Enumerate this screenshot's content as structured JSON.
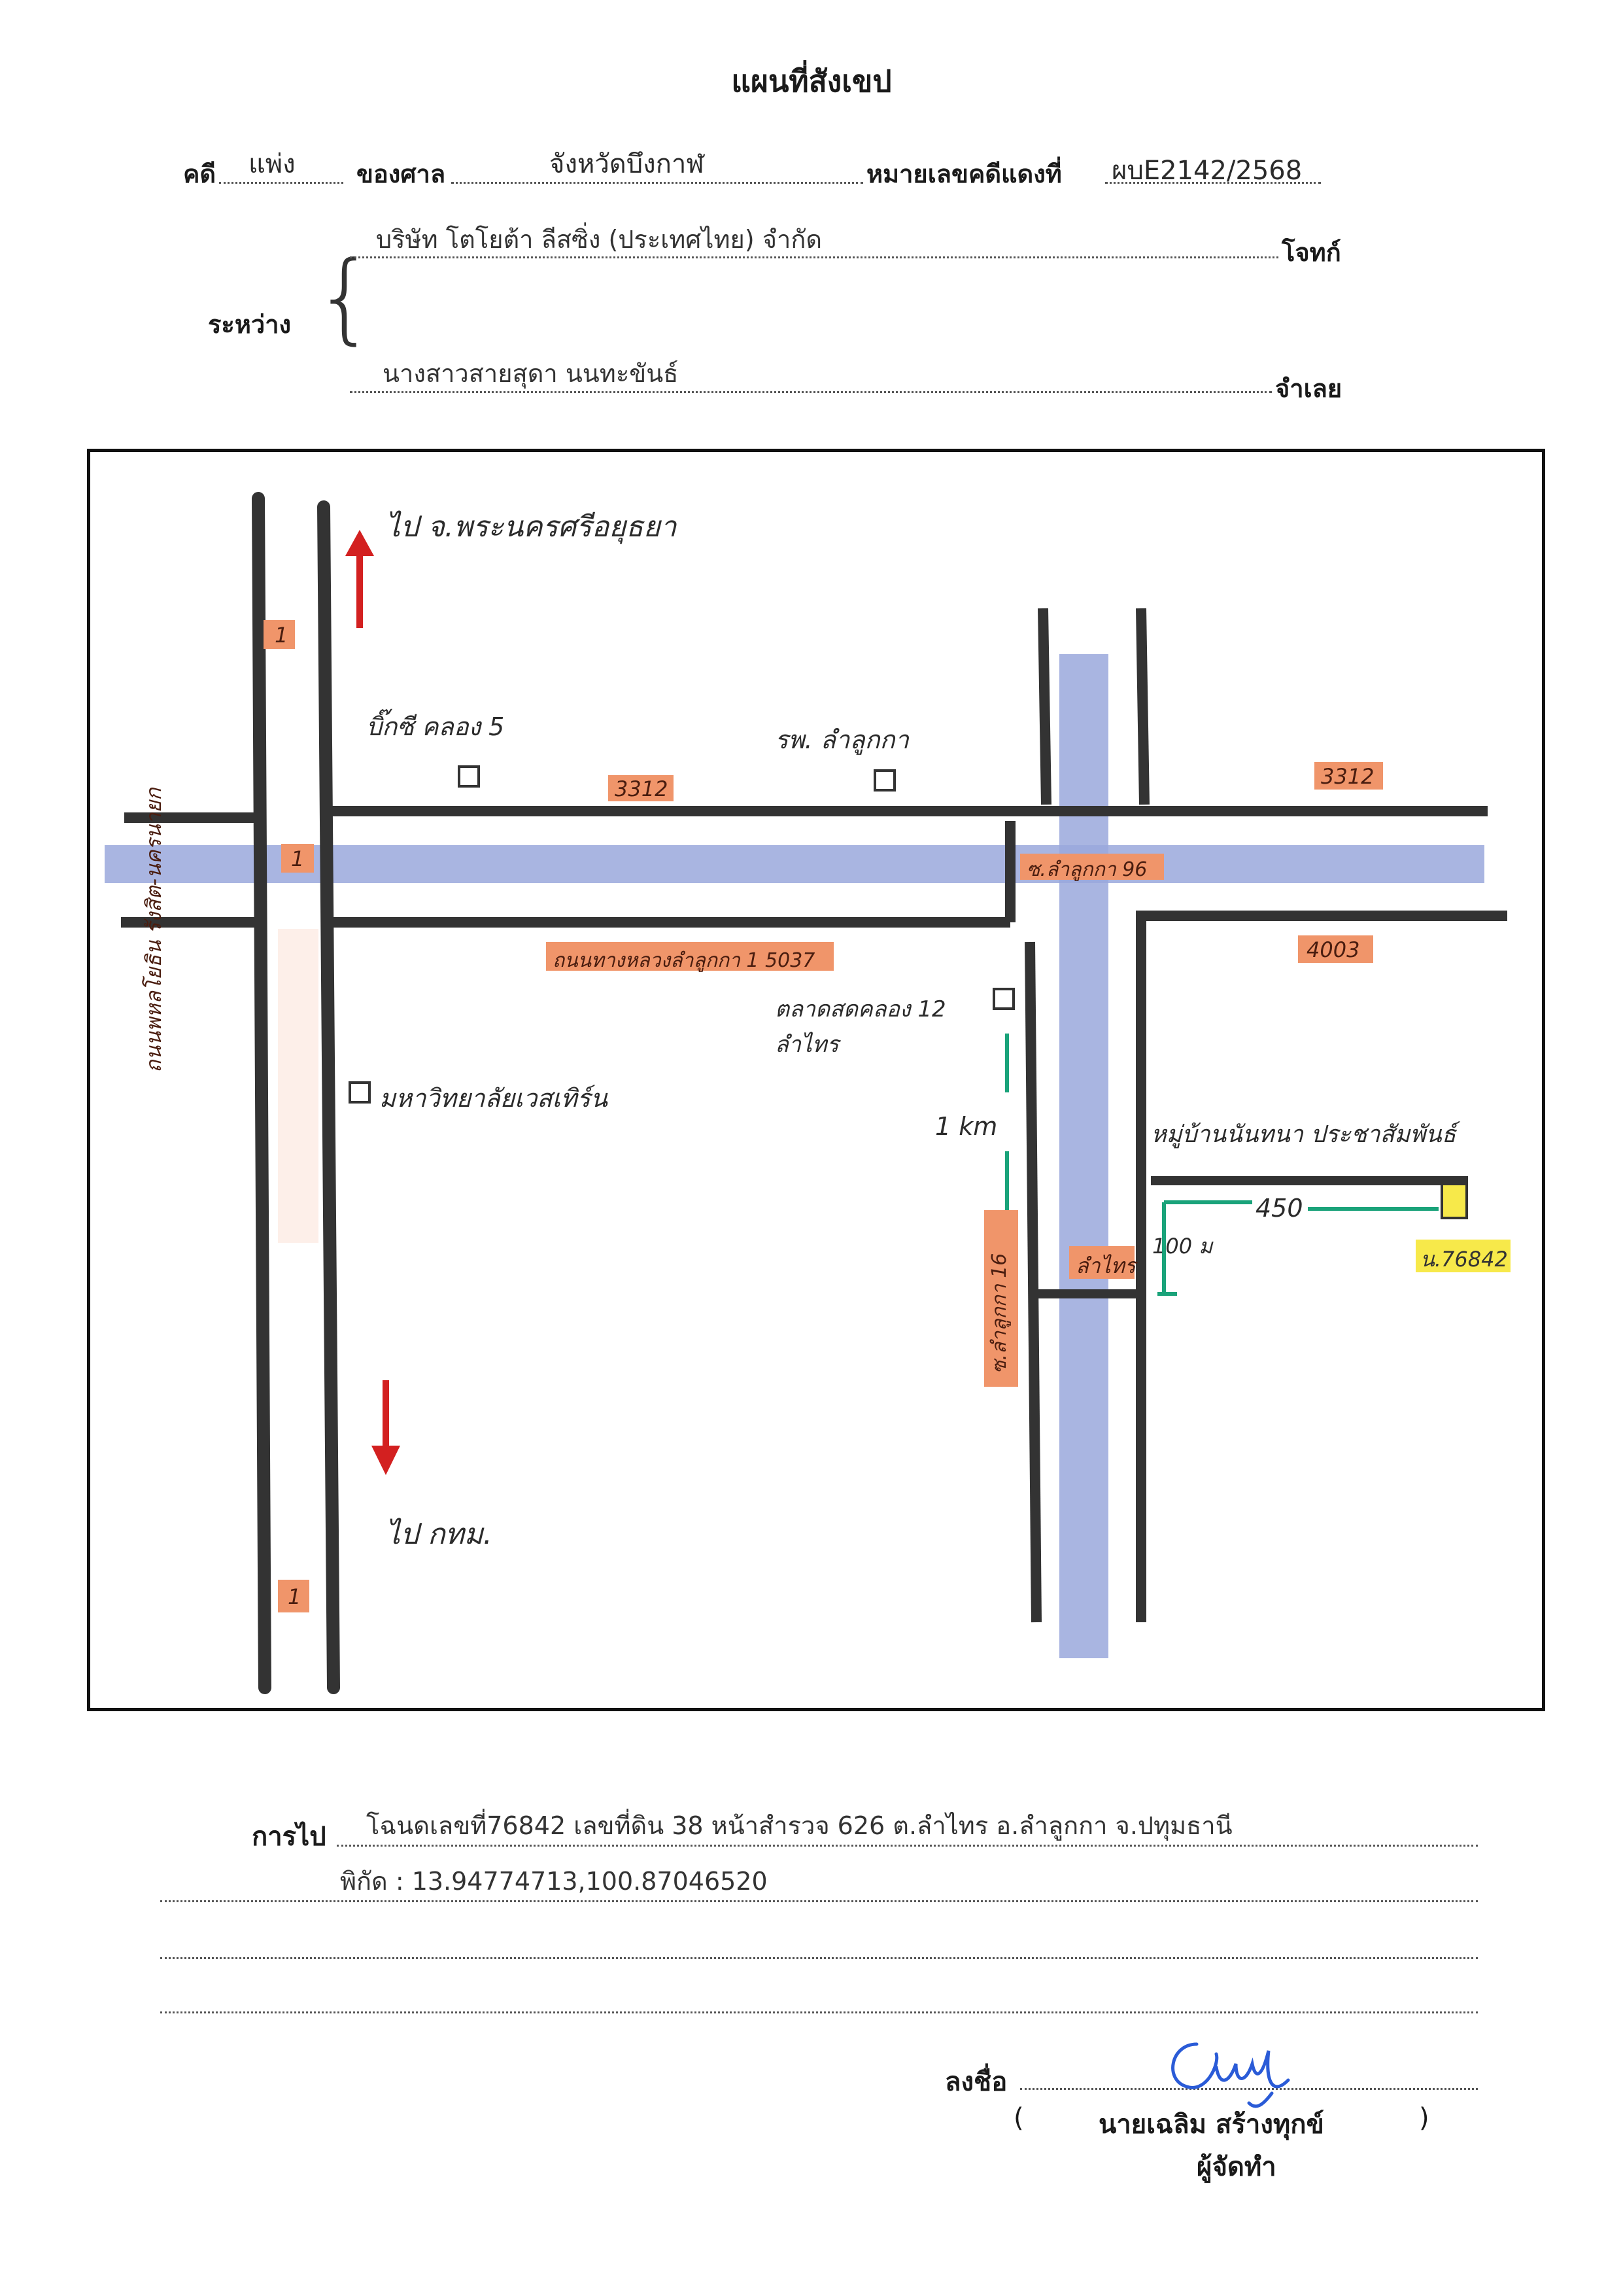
{
  "header": {
    "title": "แผนที่สังเขป",
    "case_label": "คดี",
    "case_type": "แพ่ง",
    "court_label": "ของศาล",
    "court_name": "จังหวัดบึงกาฬ",
    "red_case_label": "หมายเลขคดีแดงที่",
    "red_case_number": "ผบE2142/2568"
  },
  "parties": {
    "between_label": "ระหว่าง",
    "plaintiff_name": "บริษัท โตโยต้า ลีสซิ่ง (ประเทศไทย) จำกัด",
    "plaintiff_label": "โจทก์",
    "defendant_name": "นางสาวสายสุดา นนทะขันธ์",
    "defendant_label": "จำเลย"
  },
  "map": {
    "north_direction": "ไป  จ.พระนครศรีอยุธยา",
    "south_direction": "ไป  กทม.",
    "landmark_big_c": "บิ๊กซี  คลอง 5",
    "landmark_hospital": "รพ. ลำลูกกา",
    "landmark_market": "ตลาดสดคลอง 12\nลำไทร",
    "landmark_university": "มหาวิทยาลัยเวสเทิร์น",
    "landmark_village": "หมู่บ้านนันทนา ประชาสัมพันธ์",
    "road_3312_left": "3312",
    "road_3312_right": "3312",
    "road_4003": "4003",
    "road_5037": "ถนนทางหลวงลำลูกกา 1 5037",
    "highway_1": "1",
    "road_phaholyothin": "ถนนพหลโยธิน รังสิต-นครนายก",
    "canal_lamlukka": "ซ.ลำลูกกา 96",
    "canal_lamsai": "ลำไทร",
    "road_lamlukka_vertical": "ซ.ลำลูกกา 16",
    "distance_1km": "1 km",
    "distance_450": "450",
    "distance_100m": "100 ม",
    "parcel_label": "น.76842",
    "colors": {
      "road": "#333333",
      "canal": "#9aa8dc",
      "tag": "#f0956a",
      "arrow": "#d32020",
      "measure": "#1aa37a",
      "parcel": "#f7e94a"
    }
  },
  "footer": {
    "route_label": "การไป",
    "route_text": "โฉนดเลขที่76842 เลขที่ดิน 38 หน้าสำรวจ 626 ต.ลำไทร  อ.ลำลูกกา จ.ปทุมธานี",
    "coordinates": "พิกัด : 13.94774713,100.87046520",
    "sign_label": "ลงชื่อ",
    "signer_open": "(",
    "signer_name": "นายเฉลิม สร้างทุกข์",
    "signer_close": ")",
    "signer_role": "ผู้จัดทำ"
  }
}
